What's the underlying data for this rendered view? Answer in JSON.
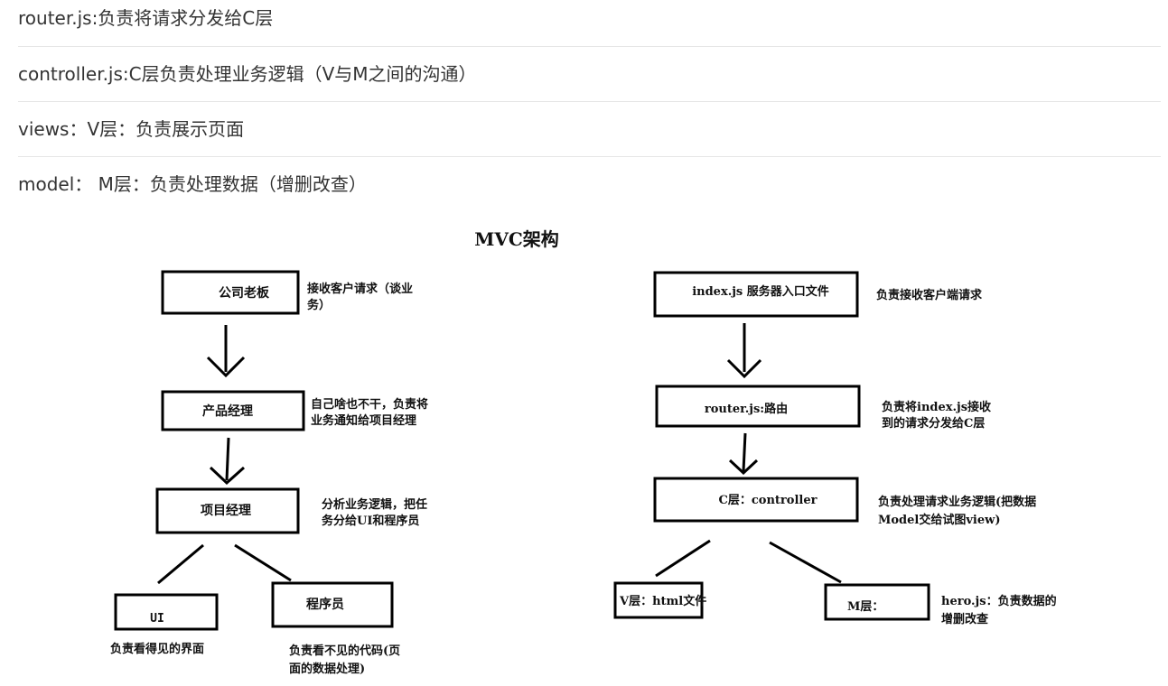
{
  "doc": {
    "lines": [
      "router.js:负责将请求分发给C层",
      "controller.js:C层负责处理业务逻辑（V与M之间的沟通）",
      "views：V层：负责展示页面",
      "model： M层：负责处理数据（增删改查）"
    ]
  },
  "diagram": {
    "title": "MVC架构",
    "left": {
      "boss": "公司老板",
      "boss_note": [
        "接收客户请求（谈业",
        "务）"
      ],
      "pm": "产品经理",
      "pm_note": [
        "自己啥也不干，负责将",
        "业务通知给项目经理"
      ],
      "proj": "项目经理",
      "proj_note": [
        "分析业务逻辑，把任",
        "务分给UI和程序员"
      ],
      "ui": "UI",
      "ui_note": "负责看得见的界面",
      "dev": "程序员",
      "dev_note": [
        "负责看不见的代码(页",
        "面的数据处理)"
      ]
    },
    "right": {
      "index": "index.js 服务器入口文件",
      "index_note": "负责接收客户端请求",
      "router": "router.js:路由",
      "router_note": [
        "负责将index.js接收",
        "到的请求分发给C层"
      ],
      "controller": "C层：controller",
      "controller_note": [
        "负责处理请求业务逻辑(把数据",
        "Model交给试图view)"
      ],
      "v": "V层：html文件",
      "m": "M层：",
      "m_note": [
        "hero.js：负责数据的",
        "增删改查"
      ]
    }
  }
}
